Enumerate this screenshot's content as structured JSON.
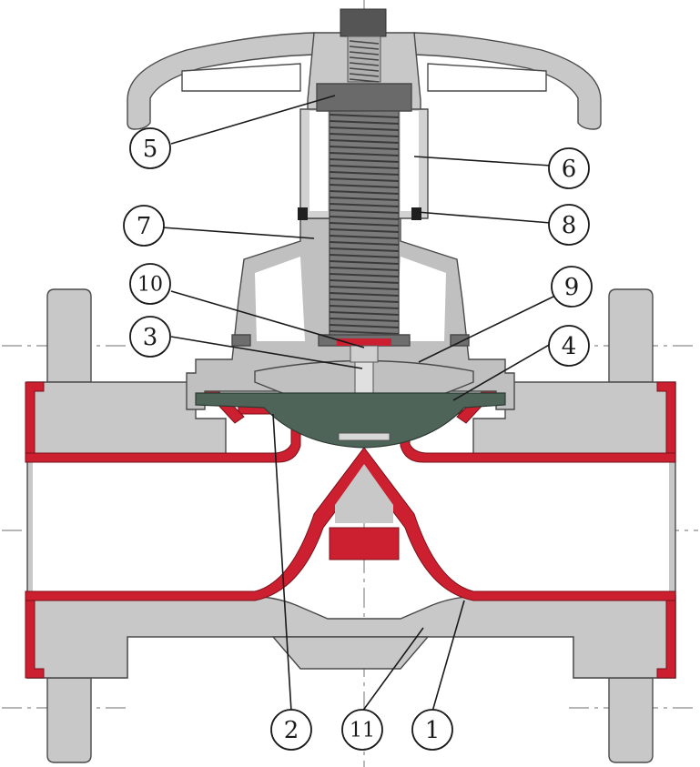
{
  "callouts": [
    {
      "id": "1",
      "label": "1"
    },
    {
      "id": "2",
      "label": "2"
    },
    {
      "id": "3",
      "label": "3"
    },
    {
      "id": "4",
      "label": "4"
    },
    {
      "id": "5",
      "label": "5"
    },
    {
      "id": "6",
      "label": "6"
    },
    {
      "id": "7",
      "label": "7"
    },
    {
      "id": "8",
      "label": "8"
    },
    {
      "id": "9",
      "label": "9"
    },
    {
      "id": "10",
      "label": "10"
    },
    {
      "id": "11",
      "label": "11"
    }
  ],
  "colors": {
    "body_grey": "#c8c8c8",
    "lining_red": "#cc2030",
    "diaphragm_green": "#4e6458",
    "dark_grey": "#6e6e6e",
    "outline": "#4a4a4a"
  }
}
